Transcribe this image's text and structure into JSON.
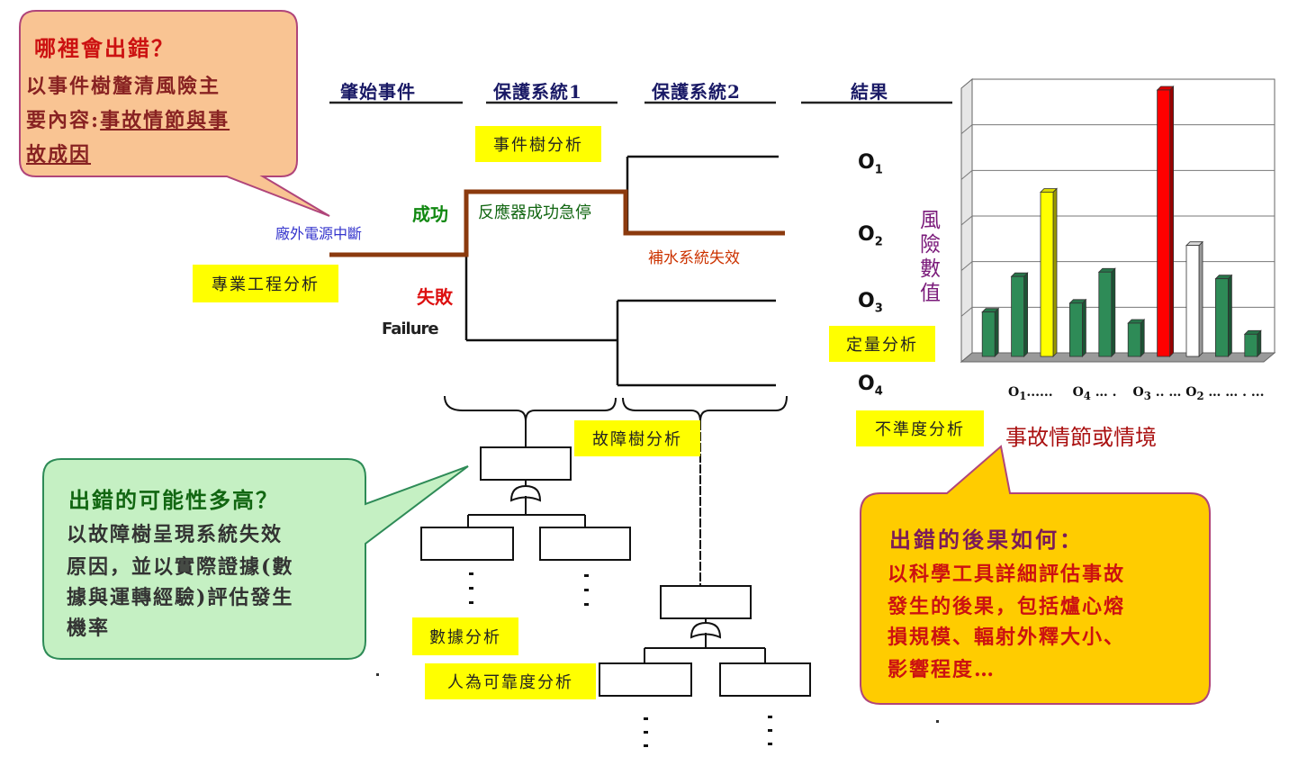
{
  "headers": {
    "initiating_event": "肇始事件",
    "protection_system_1": "保護系統1",
    "protection_system_2": "保護系統2",
    "result": "結果"
  },
  "event_tree": {
    "initial_event": "廠外電源中斷",
    "success": "成功",
    "failure_cn": "失敗",
    "failure_en": "Failure",
    "branch_success_label": "反應器成功急停",
    "branch_failure_label": "補水系統失效",
    "outcomes": [
      "O",
      "O",
      "O",
      "O"
    ],
    "outcome_subs": [
      "1",
      "2",
      "3",
      "4"
    ]
  },
  "yellow_labels": {
    "event_tree_analysis": "事件樹分析",
    "engineering_analysis": "專業工程分析",
    "fault_tree_analysis": "故障樹分析",
    "quantitative_analysis": "定量分析",
    "uncertainty_analysis": "不準度分析",
    "data_analysis": "數據分析",
    "human_reliability_analysis": "人為可靠度分析"
  },
  "bubbles": {
    "what_goes_wrong": {
      "title": "哪裡會出錯？",
      "lines": [
        "以事件樹釐清風險主",
        "要內容:",
        "事故情節與事",
        "故成因"
      ],
      "color": "#f9c493"
    },
    "likelihood": {
      "title": "出錯的可能性多高？",
      "lines": [
        "以故障樹呈現系統失效",
        "原因，並以實際證據(數",
        "據與運轉經驗)評估發生",
        "機率"
      ],
      "color": "#c5f0c3"
    },
    "consequence": {
      "title": "出錯的後果如何：",
      "lines": [
        "以科學工具詳細評估事故",
        "發生的後果，包括爐心熔",
        "損規模、輻射外釋大小、",
        "影響程度…"
      ],
      "color": "#ffcc00"
    }
  },
  "chart_data": {
    "type": "bar",
    "ylabel": "風險數值",
    "xlabel": "事故情節或情境",
    "x_tick_text": [
      "O",
      "1",
      "......",
      "O",
      "4",
      " … .",
      "O",
      "3",
      " .. … ",
      "O",
      "2",
      " … … . ..."
    ],
    "ylim": [
      0,
      6
    ],
    "grid": true,
    "values": [
      1.0,
      1.8,
      3.7,
      1.2,
      1.9,
      0.75,
      6.0,
      2.5,
      1.75,
      0.5
    ],
    "colors": [
      "#2e8b57",
      "#2e8b57",
      "#ffff00",
      "#2e8b57",
      "#2e8b57",
      "#2e8b57",
      "#ff0000",
      "#ffffff",
      "#2e8b57",
      "#2e8b57"
    ]
  }
}
